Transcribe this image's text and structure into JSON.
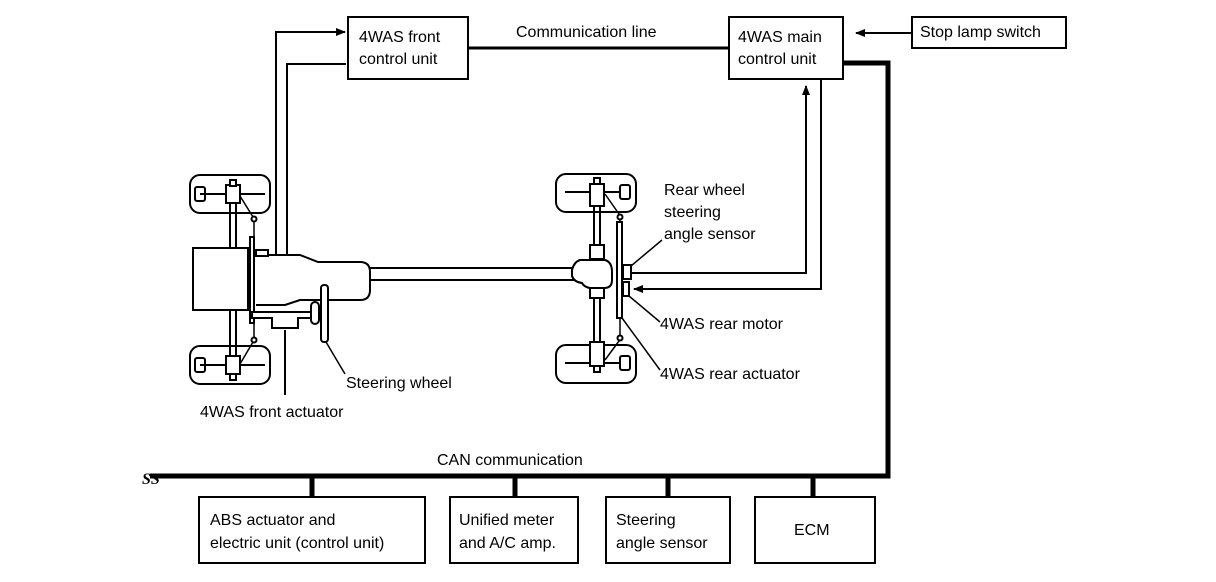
{
  "diagram": {
    "title": "4WAS system diagram",
    "colors": {
      "line": "#000000",
      "background": "#ffffff"
    },
    "boxes": {
      "front_control": {
        "line1": "4WAS front",
        "line2": "control unit"
      },
      "main_control": {
        "line1": "4WAS main",
        "line2": "control unit"
      },
      "stop_lamp": {
        "label": "Stop lamp switch"
      },
      "abs": {
        "line1": "ABS actuator and",
        "line2": "electric unit (control unit)"
      },
      "meter": {
        "line1": "Unified meter",
        "line2": "and A/C amp."
      },
      "steering_sensor": {
        "line1": "Steering",
        "line2": "angle sensor"
      },
      "ecm": {
        "label": "ECM"
      }
    },
    "labels": {
      "communication_line": "Communication line",
      "can_communication": "CAN communication",
      "rear_wheel_sensor_1": "Rear wheel",
      "rear_wheel_sensor_2": "steering",
      "rear_wheel_sensor_3": "angle sensor",
      "rear_motor": "4WAS rear motor",
      "rear_actuator": "4WAS rear actuator",
      "steering_wheel": "Steering wheel",
      "front_actuator": "4WAS front actuator",
      "break_symbol": "SS"
    }
  }
}
